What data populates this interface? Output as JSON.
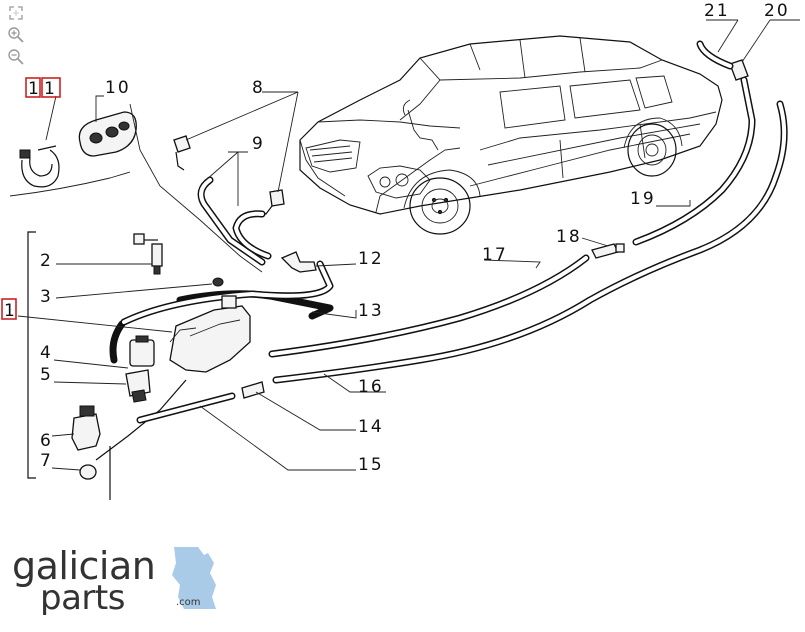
{
  "viewer": {
    "tools": [
      {
        "name": "fit-screen-icon"
      },
      {
        "name": "zoom-in-icon"
      },
      {
        "name": "zoom-out-icon"
      }
    ]
  },
  "callouts": {
    "c21": "21",
    "c20": "20",
    "c11a": "1",
    "c11b": "1",
    "c10": "10",
    "c8": "8",
    "c9": "9",
    "c2": "2",
    "c3": "3",
    "c1": "1",
    "c4": "4",
    "c5": "5",
    "c6": "6",
    "c7": "7",
    "c12": "12",
    "c13": "13",
    "c17": "17",
    "c18": "18",
    "c19": "19",
    "c16": "16",
    "c14": "14",
    "c15": "15"
  },
  "highlight_color": "#cc2222",
  "logo": {
    "line1": "galician",
    "line2": "parts",
    "suffix": ".com",
    "accent_color": "#a9cbe8"
  }
}
